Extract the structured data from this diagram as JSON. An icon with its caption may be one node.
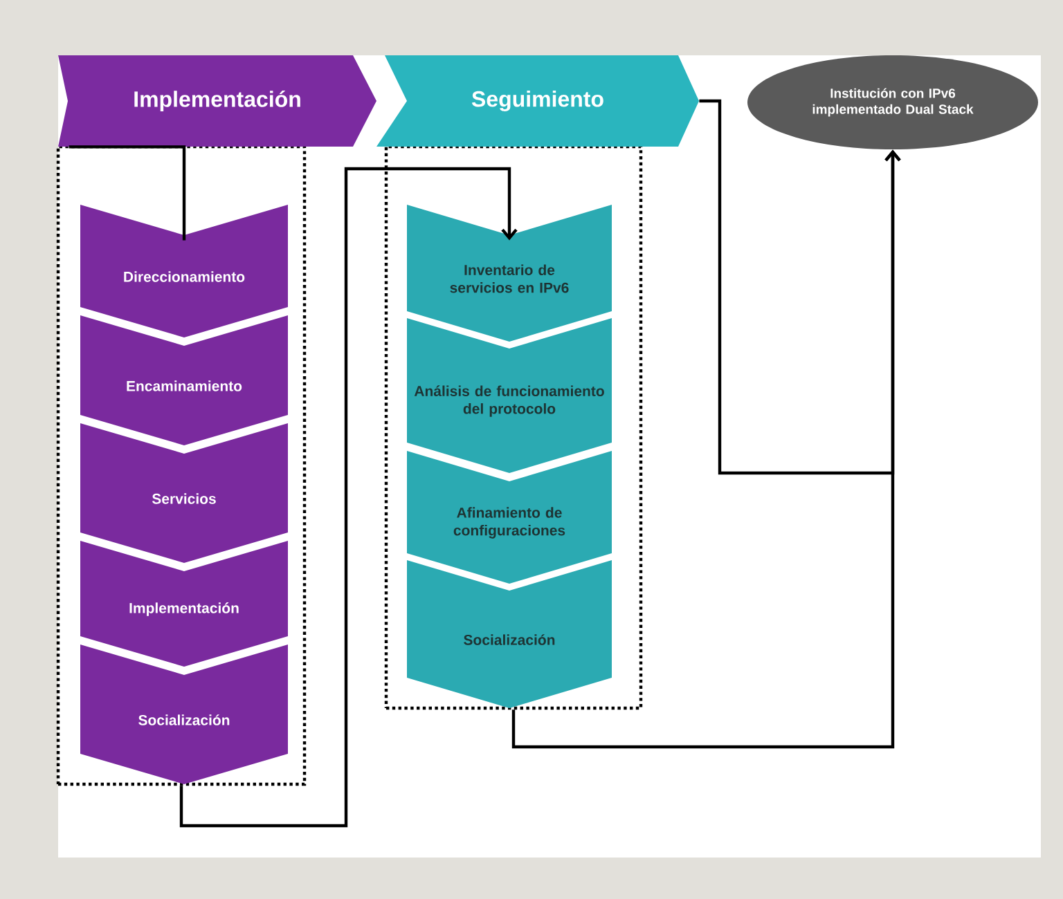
{
  "diagram": {
    "nodes": [
      {
        "text": [
          "Implementación"
        ]
      },
      {
        "text": [
          "Seguimiento"
        ]
      },
      {
        "text": [
          "Institución con IPv6 implementado Dual Stack"
        ]
      },
      {
        "text": [],
        "shape": "box"
      },
      {
        "text": [
          "Direccionamiento"
        ],
        "in": 3
      },
      {
        "text": [
          "Encaminamiento"
        ],
        "in": 3
      },
      {
        "text": [
          "Servicios"
        ],
        "in": 3
      },
      {
        "text": [
          "Implementación"
        ],
        "in": 3
      },
      {
        "text": [
          "Socialización"
        ],
        "in": 3
      },
      {
        "text": [],
        "shape": "box"
      },
      {
        "text": [
          "Inventario de servicios en IPv6"
        ],
        "in": 9
      },
      {
        "text": [
          "Análisis de funcionamiento del protocolo"
        ],
        "in": 9
      },
      {
        "text": [
          "Afinamiento de configuraciones"
        ],
        "in": 9
      },
      {
        "text": [
          "Socialización"
        ],
        "in": 9
      }
    ],
    "edges": [
      {
        "from": 0,
        "to": 4,
        "arrow": "none"
      },
      {
        "from": 3,
        "to": 10,
        "arrow": "to"
      },
      {
        "from": 9,
        "to": 2,
        "arrow": "to"
      },
      {
        "from": 1,
        "to": 2,
        "arrow": "to"
      }
    ]
  }
}
